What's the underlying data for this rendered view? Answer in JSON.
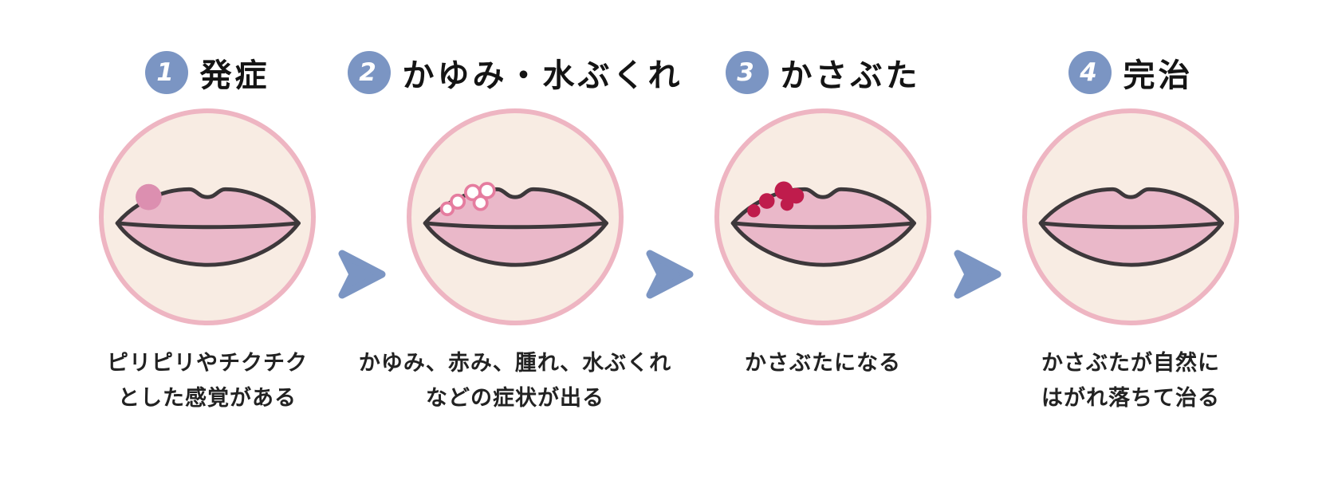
{
  "diagram": {
    "type": "process-flow",
    "stages": [
      {
        "number": "1",
        "title": "発症",
        "caption": [
          "ピリピリやチクチク",
          "とした感覚がある"
        ],
        "lip_state": "single-pink-spot"
      },
      {
        "number": "2",
        "title": "かゆみ・水ぶくれ",
        "caption": [
          "かゆみ、赤み、腫れ、水ぶくれ",
          "などの症状が出る"
        ],
        "lip_state": "white-blisters"
      },
      {
        "number": "3",
        "title": "かさぶた",
        "caption": [
          "かさぶたになる"
        ],
        "lip_state": "dark-red-scabs"
      },
      {
        "number": "4",
        "title": "完治",
        "caption": [
          "かさぶたが自然に",
          "はがれ落ちて治る"
        ],
        "lip_state": "clear"
      }
    ],
    "arrow_icon": "right-arrowhead",
    "colors": {
      "accent_blue": "#7b95c3",
      "badge_text": "#ffffff",
      "title_text": "#141414",
      "caption_text": "#222222",
      "circle_fill": "#f8ece3",
      "circle_border": "#eeb5c2",
      "lips_fill": "#eab8c9",
      "lips_outline": "#3d383b",
      "tingle_spot": "#dc8fb0",
      "blister_fill": "#ffffff",
      "blister_ring": "#e57c9f",
      "scab_red": "#bf1c4c"
    }
  }
}
